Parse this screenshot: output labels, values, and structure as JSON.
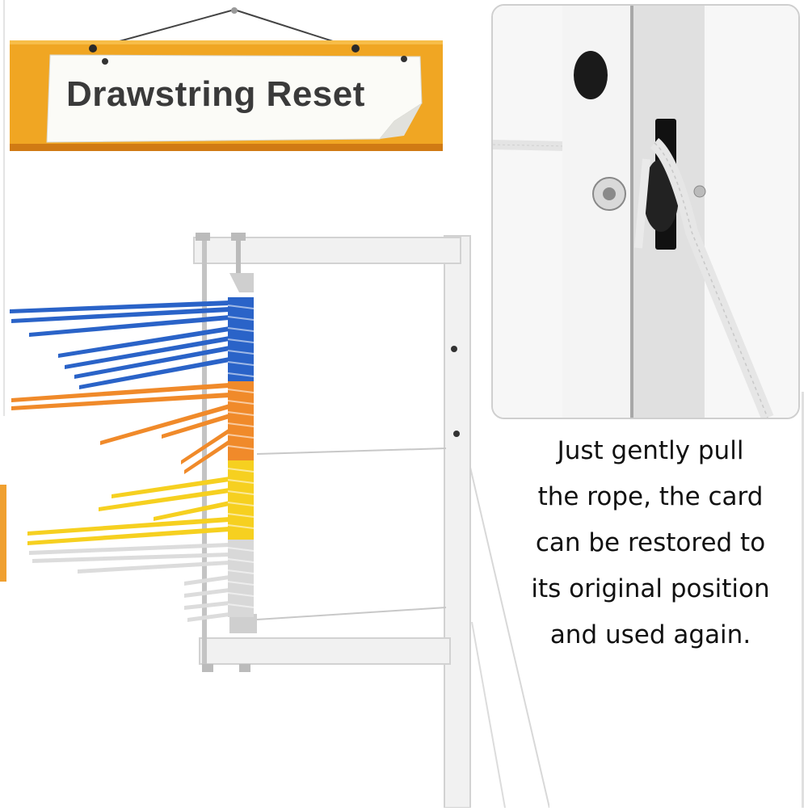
{
  "sign": {
    "title": "Drawstring Reset",
    "board_color": "#f0a623",
    "paper_color": "#fbfbf7"
  },
  "caption": {
    "lines": [
      "Just gently pull",
      "the rope, the card",
      "can be restored to",
      "its original position",
      "and used again."
    ]
  },
  "flag_colors": {
    "blue": "#2a63c8",
    "orange": "#f08a2a",
    "yellow": "#f6d020",
    "white": "#dcdcdc"
  },
  "frame_color": "#eeeeee"
}
